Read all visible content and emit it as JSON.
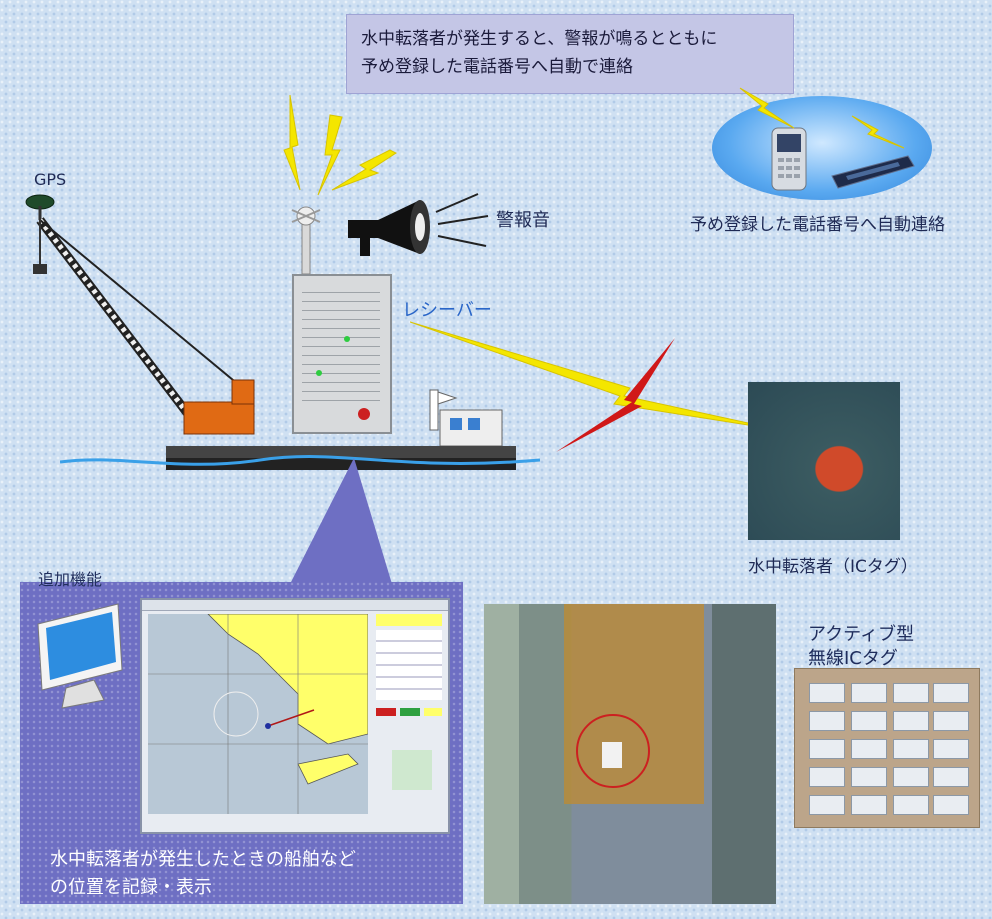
{
  "callout": {
    "line1": "水中転落者が発生すると、警報が鳴るとともに",
    "line2": "予め登録した電話番号へ自動で連絡"
  },
  "labels": {
    "gps": "GPS",
    "alarm": "警報音",
    "receiver": "レシーバー",
    "phone": "予め登録した電話番号へ自動連絡",
    "person": "水中転落者（ICタグ）",
    "tag_title_1": "アクティブ型",
    "tag_title_2": "無線ICタグ"
  },
  "panel": {
    "title": "追加機能",
    "caption_line1": "水中転落者が発生したときの船舶など",
    "caption_line2": "の位置を記録・表示"
  },
  "colors": {
    "background": "#cfe0f2",
    "callout": "#c4c6e6",
    "panel": "#6e6fc3",
    "lightning_yellow": "#f4e600",
    "lightning_red": "#d01818",
    "receiver_text": "#2a66c8"
  }
}
